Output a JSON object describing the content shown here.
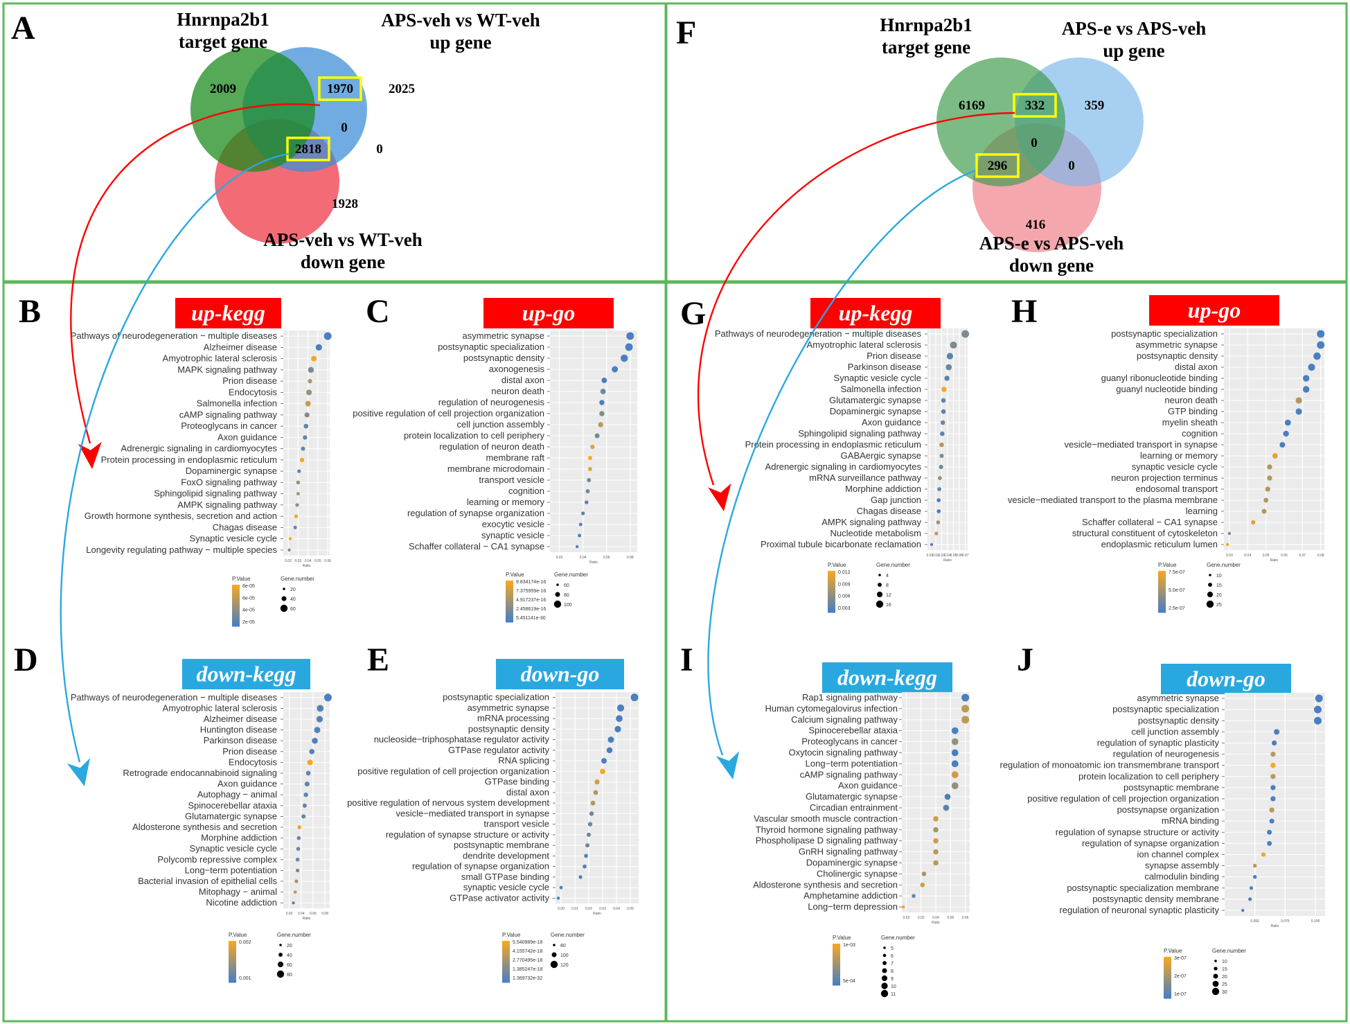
{
  "colors": {
    "panel_border": "#5cb85c",
    "venn_green": "#1a8a1a",
    "venn_blue": "#3d8fd8",
    "venn_red": "#ef4b57",
    "venn_green_light": "#3f9a4a",
    "venn_blue_light": "#7db8ea",
    "venn_red_light": "#f28a93",
    "highlight_box": "#ffff00",
    "arrow_red": "#ff0000",
    "arrow_blue": "#2aa8e0",
    "title_up_bg": "#ff0000",
    "title_down_bg": "#29a8e0",
    "pvalue_low": "#4a7fc1",
    "pvalue_high": "#f5a623",
    "plot_bg": "#ebebeb",
    "grid": "#ffffff"
  },
  "panels": {
    "A": {
      "letter": "A",
      "target_label": [
        "Hnrnpa2b1",
        "target gene"
      ],
      "up_label": [
        "APS-veh vs WT-veh",
        "up gene"
      ],
      "down_label": [
        "APS-veh vs WT-veh",
        "down gene"
      ],
      "counts": {
        "target_only": "2009",
        "target_up": "1970",
        "up_only": "2025",
        "triple": "0",
        "target_down": "2818",
        "up_down": "0",
        "down_only": "1928"
      }
    },
    "F": {
      "letter": "F",
      "target_label": [
        "Hnrnpa2b1",
        "target gene"
      ],
      "up_label": [
        "APS-e vs APS-veh",
        "up gene"
      ],
      "down_label": [
        "APS-e vs APS-veh",
        "down gene"
      ],
      "counts": {
        "target_only": "6169",
        "target_up": "332",
        "up_only": "359",
        "triple": "0",
        "target_down": "296",
        "up_down": "0",
        "down_only": "416"
      }
    }
  },
  "chart_data": [
    {
      "panel": "B",
      "title": "up-kegg",
      "type": "scatter",
      "xlabel": "Ratio",
      "xticks": [
        "0.02",
        "0.03",
        "0.04",
        "0.05",
        "0.06"
      ],
      "xlim": [
        0.015,
        0.062
      ],
      "legend_color_title": "P.Value",
      "legend_color_ticks": [
        "8e-05",
        "6e-05",
        "4e-05",
        "2e-05"
      ],
      "legend_size_title": "Gene.number",
      "legend_size_ticks": [
        "20",
        "40",
        "60"
      ],
      "categories": [
        "Pathways of neurodegeneration − multiple diseases",
        "Alzheimer disease",
        "Amyotrophic lateral sclerosis",
        "MAPK signaling pathway",
        "Prion disease",
        "Endocytosis",
        "Salmonella infection",
        "cAMP signaling pathway",
        "Proteoglycans in cancer",
        "Axon guidance",
        "Adrenergic signaling in cardiomyocytes",
        "Protein processing in endoplasmic reticulum",
        "Dopaminergic synapse",
        "FoxO signaling pathway",
        "Sphingolipid signaling pathway",
        "AMPK signaling pathway",
        "Growth hormone synthesis, secretion and action",
        "Chagas disease",
        "Synaptic vesicle cycle",
        "Longevity regulating pathway − multiple species"
      ],
      "ratio": [
        0.06,
        0.051,
        0.046,
        0.043,
        0.042,
        0.041,
        0.04,
        0.039,
        0.038,
        0.037,
        0.035,
        0.034,
        0.031,
        0.03,
        0.03,
        0.029,
        0.028,
        0.027,
        0.022,
        0.021
      ],
      "pvalue": [
        1e-05,
        1e-05,
        8e-05,
        3e-05,
        5e-05,
        4e-05,
        6e-05,
        3e-05,
        2e-05,
        2e-05,
        2e-05,
        8e-05,
        2e-05,
        4e-05,
        5e-05,
        4e-05,
        8e-05,
        2e-05,
        8e-05,
        3e-05
      ],
      "gene_number": [
        70,
        55,
        45,
        48,
        30,
        45,
        45,
        38,
        35,
        30,
        28,
        30,
        22,
        24,
        20,
        22,
        22,
        20,
        15,
        14
      ]
    },
    {
      "panel": "C",
      "title": "up-go",
      "type": "scatter",
      "xlabel": "Ratio",
      "xticks": [
        "0.02",
        "0.04",
        "0.06",
        "0.08"
      ],
      "xlim": [
        0.012,
        0.086
      ],
      "legend_color_title": "P.Value",
      "legend_color_ticks": [
        "9.834174e-16",
        "7.375959e-16",
        "4.917237e-16",
        "2.458619e-16",
        "5.451141e-30"
      ],
      "legend_size_title": "Gene.number",
      "legend_size_ticks": [
        "60",
        "80",
        "100"
      ],
      "categories": [
        "asymmetric synapse",
        "postsynaptic specialization",
        "postsynaptic density",
        "axonogenesis",
        "distal axon",
        "neuron death",
        "regulation of neurogenesis",
        "positive regulation of cell projection organization",
        "cell junction assembly",
        "protein localization to cell periphery",
        "regulation of neuron death",
        "membrane raft",
        "membrane microdomain",
        "transport vesicle",
        "cognition",
        "learning or memory",
        "regulation of synapse organization",
        "exocytic vesicle",
        "synaptic vesicle",
        "Schaffer collateral − CA1 synapse"
      ],
      "ratio": [
        0.08,
        0.079,
        0.075,
        0.067,
        0.058,
        0.057,
        0.056,
        0.056,
        0.055,
        0.052,
        0.048,
        0.046,
        0.046,
        0.045,
        0.044,
        0.043,
        0.04,
        0.038,
        0.037,
        0.035
      ],
      "pvalue": [
        1e-30,
        1e-30,
        1e-20,
        1e-25,
        1e-20,
        2e-16,
        1e-17,
        3e-16,
        6e-16,
        2e-16,
        8e-16,
        9e-16,
        8e-16,
        2e-16,
        2e-16,
        1e-16,
        1e-16,
        1e-17,
        1e-17,
        1e-18
      ],
      "gene_number": [
        115,
        115,
        110,
        95,
        85,
        85,
        80,
        80,
        80,
        75,
        70,
        65,
        65,
        65,
        65,
        60,
        60,
        55,
        55,
        50
      ]
    },
    {
      "panel": "D",
      "title": "down-kegg",
      "type": "scatter",
      "xlabel": "Ratio",
      "xticks": [
        "0.02",
        "0.04",
        "0.06",
        "0.08"
      ],
      "xlim": [
        0.01,
        0.088
      ],
      "legend_color_title": "P.Value",
      "legend_color_ticks": [
        "0.002",
        "0.001"
      ],
      "legend_size_title": "Gene.number",
      "legend_size_ticks": [
        "20",
        "40",
        "60",
        "80"
      ],
      "categories": [
        "Pathways of neurodegeneration − multiple diseases",
        "Amyotrophic lateral sclerosis",
        "Alzheimer disease",
        "Huntington disease",
        "Parkinson disease",
        "Prion disease",
        "Endocytosis",
        "Retrograde endocannabinoid signaling",
        "Axon guidance",
        "Autophagy − animal",
        "Spinocerebellar ataxia",
        "Glutamatergic synapse",
        "Aldosterone synthesis and secretion",
        "Morphine addiction",
        "Synaptic vesicle cycle",
        "Polycomb repressive complex",
        "Long−term potentiation",
        "Bacterial invasion of epithelial cells",
        "Mitophagy − animal",
        "Nicotine addiction"
      ],
      "ratio": [
        0.085,
        0.072,
        0.071,
        0.067,
        0.063,
        0.058,
        0.055,
        0.052,
        0.05,
        0.048,
        0.046,
        0.044,
        0.037,
        0.036,
        0.035,
        0.034,
        0.034,
        0.032,
        0.03,
        0.027
      ],
      "pvalue": [
        0.0001,
        0.0002,
        0.0002,
        0.0002,
        0.0002,
        0.0003,
        0.0025,
        0.0005,
        0.0003,
        0.0004,
        0.0004,
        0.0004,
        0.0024,
        0.0005,
        0.0006,
        0.0006,
        0.0008,
        0.0014,
        0.0018,
        0.0003
      ],
      "gene_number": [
        90,
        75,
        70,
        65,
        60,
        50,
        55,
        40,
        40,
        35,
        30,
        30,
        25,
        25,
        25,
        25,
        22,
        20,
        15,
        10
      ]
    },
    {
      "panel": "E",
      "title": "down-go",
      "type": "scatter",
      "xlabel": "Ratio",
      "xticks": [
        "0.00",
        "0.01",
        "0.02",
        "0.03",
        "0.04",
        "0.05"
      ],
      "xlim": [
        -0.004,
        0.056
      ],
      "legend_color_title": "P.Value",
      "legend_color_ticks": [
        "5.540989e-18",
        "4.155742e-18",
        "2.770495e-18",
        "1.385247e-18",
        "1.369732e-32"
      ],
      "legend_size_title": "Gene.number",
      "legend_size_ticks": [
        "80",
        "100",
        "120"
      ],
      "categories": [
        "postsynaptic specialization",
        "asymmetric synapse",
        "mRNA processing",
        "postsynaptic density",
        "nucleoside−triphosphatase regulator activity",
        "GTPase regulator activity",
        "RNA splicing",
        "positive regulation of cell projection organization",
        "GTPase binding",
        "distal axon",
        "positive regulation of nervous system development",
        "vesicle−mediated transport in synapse",
        "transport vesicle",
        "regulation of synapse structure or activity",
        "postsynaptic membrane",
        "dendrite development",
        "regulation of synapse organization",
        "small GTPase binding",
        "synaptic vesicle cycle",
        "GTPase activator activity"
      ],
      "ratio": [
        0.053,
        0.043,
        0.042,
        0.041,
        0.036,
        0.035,
        0.031,
        0.03,
        0.026,
        0.025,
        0.023,
        0.022,
        0.021,
        0.02,
        0.019,
        0.018,
        0.017,
        0.014,
        0.0,
        -0.002
      ],
      "pvalue": [
        1e-32,
        1e-30,
        1e-28,
        1e-29,
        1e-25,
        1e-25,
        1e-20,
        5e-18,
        4e-18,
        3e-18,
        3e-18,
        1e-18,
        1e-18,
        1e-18,
        1e-18,
        1e-19,
        1e-19,
        1e-19,
        1e-20,
        1e-20
      ],
      "gene_number": [
        150,
        140,
        135,
        130,
        125,
        120,
        115,
        110,
        105,
        100,
        100,
        95,
        95,
        90,
        90,
        85,
        85,
        80,
        75,
        70
      ]
    },
    {
      "panel": "G",
      "title": "up-kegg",
      "type": "scatter",
      "xlabel": "Ratio",
      "xticks": [
        "0.01",
        "0.02",
        "0.03",
        "0.04",
        "0.05",
        "0.06",
        "0.07"
      ],
      "xlim": [
        0.006,
        0.074
      ],
      "legend_color_title": "P.Value",
      "legend_color_ticks": [
        "0.012",
        "0.009",
        "0.006",
        "0.003"
      ],
      "legend_size_title": "Gene.number",
      "legend_size_ticks": [
        "4",
        "8",
        "12",
        "16"
      ],
      "categories": [
        "Pathways of neurodegeneration − multiple diseases",
        "Amyotrophic lateral sclerosis",
        "Prion disease",
        "Parkinson disease",
        "Synaptic vesicle cycle",
        "Salmonella infection",
        "Glutamatergic synapse",
        "Dopaminergic synapse",
        "Axon guidance",
        "Sphingolipid signaling pathway",
        "Protein processing in endoplasmic reticulum",
        "GABAergic synapse",
        "Adrenergic signaling in cardiomyocytes",
        "mRNA surveillance pathway",
        "Morphine addiction",
        "Gap junction",
        "Chagas disease",
        "AMPK signaling pathway",
        "Nucleotide metabolism",
        "Proximal tubule bicarbonate reclamation"
      ],
      "ratio": [
        0.07,
        0.05,
        0.044,
        0.042,
        0.039,
        0.034,
        0.033,
        0.033,
        0.032,
        0.031,
        0.03,
        0.03,
        0.029,
        0.027,
        0.026,
        0.025,
        0.025,
        0.024,
        0.021,
        0.013
      ],
      "pvalue": [
        0.005,
        0.005,
        0.003,
        0.004,
        0.003,
        0.012,
        0.003,
        0.003,
        0.004,
        0.003,
        0.008,
        0.005,
        0.004,
        0.006,
        0.003,
        0.002,
        0.002,
        0.007,
        0.009,
        0.003
      ],
      "gene_number": [
        18,
        16,
        14,
        13,
        10,
        10,
        8,
        8,
        8,
        8,
        8,
        7,
        7,
        6,
        6,
        6,
        6,
        6,
        5,
        3
      ]
    },
    {
      "panel": "H",
      "title": "up-go",
      "type": "scatter",
      "xlabel": "Ratio",
      "xticks": [
        "0.03",
        "0.04",
        "0.05",
        "0.06",
        "0.07",
        "0.08"
      ],
      "xlim": [
        0.027,
        0.082
      ],
      "legend_color_title": "P.Value",
      "legend_color_ticks": [
        "7.5e-07",
        "5.0e-07",
        "2.5e-07"
      ],
      "legend_size_title": "Gene.number",
      "legend_size_ticks": [
        "10",
        "15",
        "20",
        "25"
      ],
      "categories": [
        "postsynaptic specialization",
        "asymmetric synapse",
        "postsynaptic density",
        "distal axon",
        "guanyl ribonucleotide binding",
        "guanyl nucleotide binding",
        "neuron death",
        "GTP binding",
        "myelin sheath",
        "cognition",
        "vesicle−mediated transport in synapse",
        "learning or memory",
        "synaptic vesicle cycle",
        "neuron projection terminus",
        "endosomal transport",
        "vesicle−mediated transport to the plasma membrane",
        "learning",
        "Schaffer collateral − CA1 synapse",
        "structural constituent of cytoskeleton",
        "endoplasmic reticulum lumen"
      ],
      "ratio": [
        0.08,
        0.08,
        0.078,
        0.075,
        0.072,
        0.072,
        0.068,
        0.068,
        0.062,
        0.061,
        0.059,
        0.055,
        0.052,
        0.052,
        0.051,
        0.05,
        0.049,
        0.043,
        0.03,
        0.029
      ],
      "pvalue": [
        1e-08,
        1e-08,
        1e-08,
        1e-08,
        1e-08,
        1e-08,
        5e-07,
        1e-08,
        1e-08,
        1e-08,
        1e-08,
        7e-07,
        5e-07,
        5e-07,
        5e-07,
        5e-07,
        5e-07,
        7e-07,
        2e-07,
        8e-07
      ],
      "gene_number": [
        26,
        26,
        25,
        24,
        22,
        22,
        21,
        21,
        20,
        19,
        18,
        17,
        16,
        16,
        16,
        15,
        15,
        13,
        8,
        8
      ]
    },
    {
      "panel": "I",
      "title": "down-kegg",
      "type": "scatter",
      "xlabel": "Ratio",
      "xticks": [
        "0.02",
        "0.03",
        "0.04",
        "0.05",
        "0.06"
      ],
      "xlim": [
        0.017,
        0.063
      ],
      "legend_color_title": "P.Value",
      "legend_color_ticks": [
        "1e-03",
        "5e-04"
      ],
      "legend_size_title": "Gene.number",
      "legend_size_ticks": [
        "5",
        "6",
        "7",
        "8",
        "9",
        "10",
        "11"
      ],
      "categories": [
        "Rap1 signaling pathway",
        "Human cytomegalovirus infection",
        "Calcium signaling pathway",
        "Spinocerebellar ataxia",
        "Proteoglycans in cancer",
        "Oxytocin signaling pathway",
        "Long−term potentiation",
        "cAMP signaling pathway",
        "Axon guidance",
        "Glutamatergic synapse",
        "Circadian entrainment",
        "Vascular smooth muscle contraction",
        "Thyroid hormone signaling pathway",
        "Phospholipase D signaling pathway",
        "GnRH signaling pathway",
        "Dopaminergic synapse",
        "Cholinergic synapse",
        "Aldosterone synthesis and secretion",
        "Amphetamine addiction",
        "Long−term depression"
      ],
      "ratio": [
        0.06,
        0.06,
        0.06,
        0.053,
        0.053,
        0.053,
        0.053,
        0.053,
        0.053,
        0.048,
        0.047,
        0.04,
        0.04,
        0.04,
        0.04,
        0.04,
        0.032,
        0.031,
        0.025,
        0.018
      ],
      "pvalue": [
        0.0002,
        0.0008,
        0.0008,
        0.0002,
        0.0006,
        0.0002,
        0.0002,
        0.0009,
        0.0006,
        0.0002,
        0.0003,
        0.0009,
        0.0007,
        0.0009,
        0.0008,
        0.0008,
        0.0007,
        0.0009,
        0.0003,
        0.0011
      ],
      "gene_number": [
        11,
        11,
        11,
        10,
        10,
        10,
        10,
        10,
        10,
        9,
        9,
        8,
        8,
        8,
        8,
        8,
        7,
        7,
        6,
        5
      ]
    },
    {
      "panel": "J",
      "title": "down-go",
      "type": "scatter",
      "xlabel": "Ratio",
      "xticks": [
        "0.050",
        "0.075",
        "0.100"
      ],
      "xlim": [
        0.025,
        0.108
      ],
      "legend_color_title": "P.Value",
      "legend_color_ticks": [
        "3e-07",
        "2e-07",
        "1e-07"
      ],
      "legend_size_title": "Gene.number",
      "legend_size_ticks": [
        "10",
        "15",
        "20",
        "25",
        "30"
      ],
      "categories": [
        "asymmetric synapse",
        "postsynaptic specialization",
        "postsynaptic density",
        "cell junction assembly",
        "regulation of synaptic plasticity",
        "regulation of neurogenesis",
        "regulation of monoatomic ion transmembrane transport",
        "protein localization to cell periphery",
        "postsynaptic membrane",
        "positive regulation of cell projection organization",
        "postsynapse organization",
        "mRNA binding",
        "regulation of synapse structure or activity",
        "regulation of synapse organization",
        "ion channel complex",
        "synapse assembly",
        "calmodulin binding",
        "postsynaptic specialization membrane",
        "postsynaptic density membrane",
        "regulation of neuronal synaptic plasticity"
      ],
      "ratio": [
        0.103,
        0.102,
        0.102,
        0.068,
        0.066,
        0.065,
        0.065,
        0.065,
        0.065,
        0.065,
        0.064,
        0.064,
        0.062,
        0.062,
        0.057,
        0.05,
        0.05,
        0.047,
        0.046,
        0.04
      ],
      "pvalue": [
        1e-08,
        1e-08,
        1e-08,
        1e-08,
        1e-08,
        2e-07,
        3e-07,
        2e-07,
        1e-08,
        1e-08,
        2e-07,
        1e-08,
        1e-08,
        1e-08,
        3e-07,
        2e-07,
        1e-08,
        1e-08,
        1e-08,
        1e-08
      ],
      "gene_number": [
        30,
        30,
        30,
        22,
        20,
        20,
        20,
        20,
        20,
        20,
        20,
        19,
        19,
        19,
        17,
        15,
        15,
        14,
        14,
        12
      ]
    }
  ]
}
